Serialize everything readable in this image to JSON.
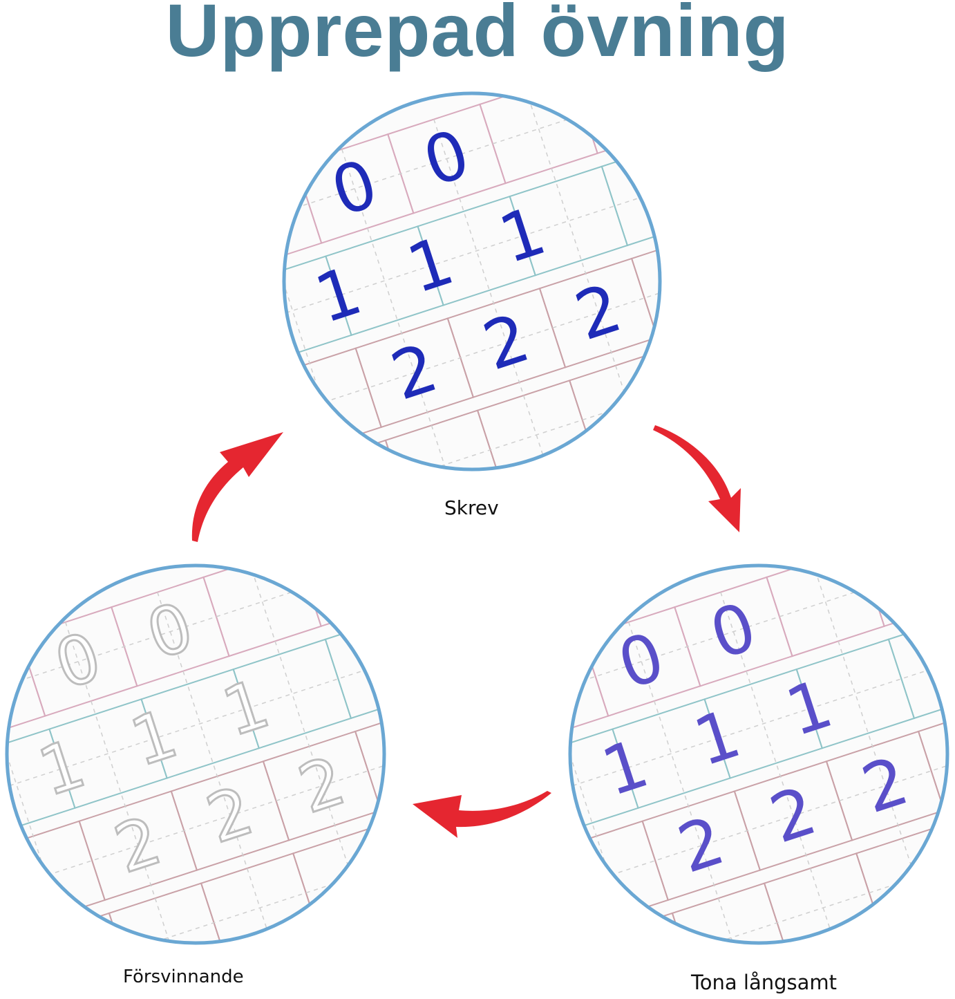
{
  "title": "Upprepad övning",
  "circles": {
    "top": {
      "label": "Skrev",
      "digit_color": "#1e2bb8"
    },
    "right": {
      "label": "Tona långsamt",
      "digit_color": "#5a4fc9"
    },
    "left": {
      "label": "Försvinnande",
      "digit_color": "#c9c9c9"
    }
  },
  "digits": [
    "0",
    "1",
    "2"
  ],
  "colors": {
    "title": "#4a7d94",
    "arrow": "#e52630",
    "circle_border": "#6aa7d3",
    "grid_pink": "#d8aabd",
    "grid_teal": "#8fc4c8"
  }
}
